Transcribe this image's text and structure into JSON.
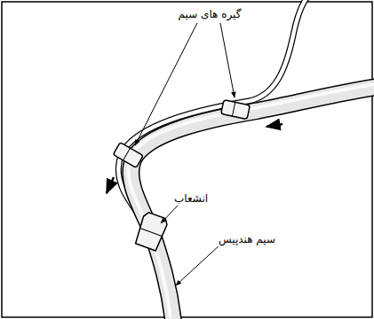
{
  "diagram": {
    "labels": [
      "گیره های سیم",
      "انشعاب",
      "سیم هندپیس"
    ]
  }
}
